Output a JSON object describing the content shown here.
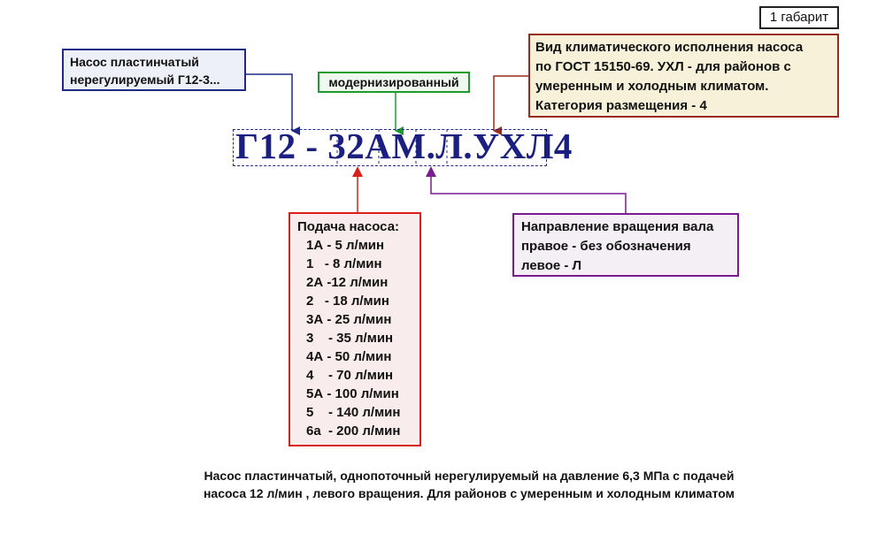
{
  "badge": "1 габарит",
  "pump_label": [
    "Насос пластинчатый",
    "нерегулируемый Г12-3..."
  ],
  "modernized_label": "модернизированный",
  "climate_label": [
    "Вид климатического исполнения насоса",
    "по ГОСТ 15150-69. УХЛ - для районов с",
    "умеренным и холодным климатом.",
    "Категория размещения - 4"
  ],
  "code": {
    "prefix": "Г12 - ",
    "size": "3",
    "flow": "2А",
    "mod": "М",
    "dot1": ".",
    "rotation": "Л",
    "dot2": ".",
    "climate": "УХЛ4"
  },
  "flow": {
    "title": "Подача насоса:",
    "items": [
      "1А - 5 л/мин",
      "1   - 8 л/мин",
      "2А -12 л/мин",
      "2   - 18 л/мин",
      "3А - 25 л/мин",
      "3    - 35 л/мин",
      "4А - 50 л/мин",
      "4    - 70 л/мин",
      "5А - 100 л/мин",
      "5    - 140 л/мин",
      "6а  - 200 л/мин"
    ]
  },
  "rotation_label": [
    "Направление вращения вала",
    "правое - без обозначения",
    "левое - Л"
  ],
  "caption": [
    "Насос пластинчатый, однопоточный нерегулируемый на давление 6,3 МПа с подачей",
    "насоса  12 л/мин , левого вращения. Для районов с умеренным и холодным климатом"
  ],
  "colors": {
    "navy": "#1f2a86",
    "green": "#1e9b2e",
    "brown": "#9a2a1a",
    "red": "#d9201a",
    "purple": "#7b1b8f"
  }
}
